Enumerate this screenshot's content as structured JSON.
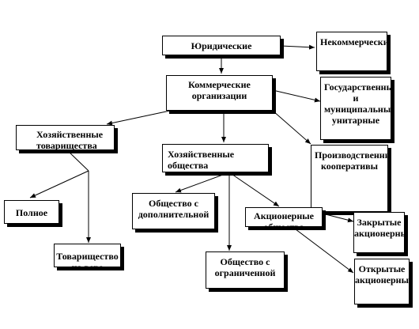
{
  "nodes": {
    "legal": "Юридические",
    "noncommercial": "Некоммерческие",
    "commercial": "Коммерческие организации",
    "state": "Государственные и муниципальные унитарные",
    "partnerships": "Хозяйственные товарищества",
    "companies": "Хозяйственные общества",
    "coop": "Производственные кооперативы",
    "full": "Полное",
    "additional": "Общество с дополнительной",
    "joint_stock": "Акционерные общества",
    "closed": "Закрытые акционерные",
    "faith": "Товарищество на вере",
    "llc": "Общество с ограниченной",
    "open": "Открытые акционерные"
  }
}
